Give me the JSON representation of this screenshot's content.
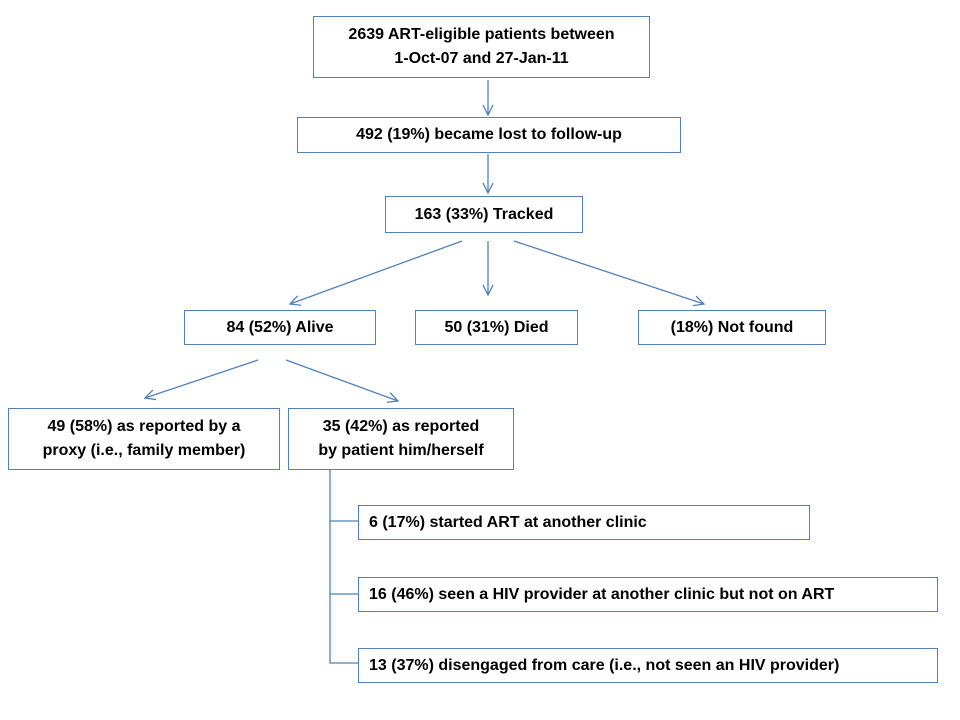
{
  "colors": {
    "box_border": "#4f81bd",
    "connector": "#4f81bd",
    "text": "#000000",
    "background": "#ffffff"
  },
  "nodes": {
    "eligible": {
      "line1": "2639 ART-eligible patients between",
      "line2": "1-Oct-07 and 27-Jan-11"
    },
    "ltfu": {
      "label": "492 (19%) became lost to follow-up"
    },
    "tracked": {
      "label": "163 (33%) Tracked"
    },
    "alive": {
      "label": "84 (52%) Alive"
    },
    "died": {
      "label": "50 (31%) Died"
    },
    "not_found": {
      "label": "(18%) Not found"
    },
    "proxy": {
      "line1": "49 (58%) as reported by a",
      "line2": "proxy (i.e., family member)"
    },
    "self_report": {
      "line1": "35 (42%) as reported",
      "line2": "by patient him/herself"
    },
    "other_clinic_art": {
      "label": "6 (17%) started ART at another clinic"
    },
    "hiv_provider_no_art": {
      "label": "16 (46%) seen a HIV provider at another clinic but not on ART"
    },
    "disengaged": {
      "label": "13 (37%) disengaged from care (i.e., not seen an HIV provider)"
    }
  }
}
